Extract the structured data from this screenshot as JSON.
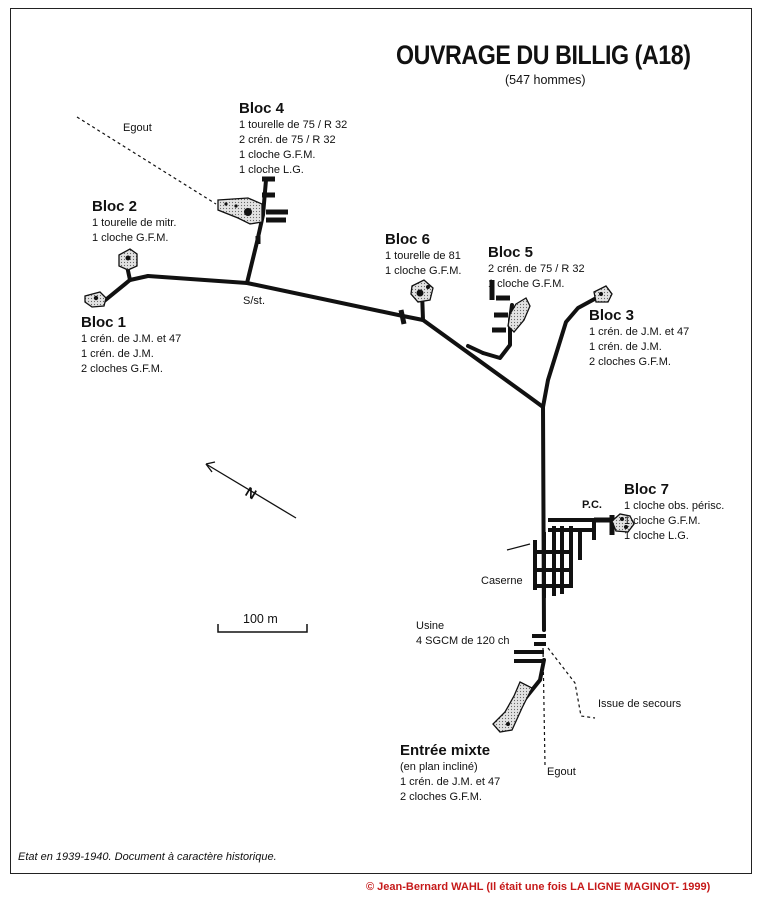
{
  "title": "OUVRAGE DU BILLIG (A18)",
  "subtitle": "(547 hommes)",
  "blocs": {
    "bloc1": {
      "name": "Bloc 1",
      "lines": [
        "1 crén. de J.M. et 47",
        "1 crén. de J.M.",
        "2 cloches G.F.M."
      ]
    },
    "bloc2": {
      "name": "Bloc 2",
      "lines": [
        "1 tourelle de mitr.",
        "1 cloche G.F.M."
      ]
    },
    "bloc3": {
      "name": "Bloc 3",
      "lines": [
        "1 crén. de J.M. et 47",
        "1 crén. de J.M.",
        "2 cloches G.F.M."
      ]
    },
    "bloc4": {
      "name": "Bloc 4",
      "lines": [
        "1 tourelle de 75 / R 32",
        "2 crén. de 75 / R 32",
        "1 cloche G.F.M.",
        "1 cloche L.G."
      ]
    },
    "bloc5": {
      "name": "Bloc 5",
      "lines": [
        "2 crén. de 75 / R 32",
        "1 cloche G.F.M."
      ]
    },
    "bloc6": {
      "name": "Bloc 6",
      "lines": [
        "1 tourelle de 81",
        "1 cloche G.F.M."
      ]
    },
    "bloc7": {
      "name": "Bloc 7",
      "lines": [
        "1 cloche obs. périsc.",
        "1 cloche G.F.M.",
        "1 cloche L.G."
      ]
    },
    "entree": {
      "name": "Entrée mixte",
      "lines": [
        "(en plan incliné)",
        "1 crén. de J.M. et 47",
        "2 cloches G.F.M."
      ]
    }
  },
  "labels": {
    "egout_top": "Egout",
    "egout_bottom": "Egout",
    "sst": "S/st.",
    "pc": "P.C.",
    "caserne": "Caserne",
    "usine": "Usine",
    "usine_detail": "4 SGCM de 120 ch",
    "issue": "Issue de secours",
    "north": "N",
    "scale": "100 m"
  },
  "footer_note": "Etat en 1939-1940. Document à caractère historique.",
  "copyright": "© Jean-Bernard WAHL (Il était une fois LA LIGNE MAGINOT- 1999)",
  "colors": {
    "ink": "#111111",
    "block_fill": "#cfcfcf",
    "copyright": "#c61a1a"
  }
}
